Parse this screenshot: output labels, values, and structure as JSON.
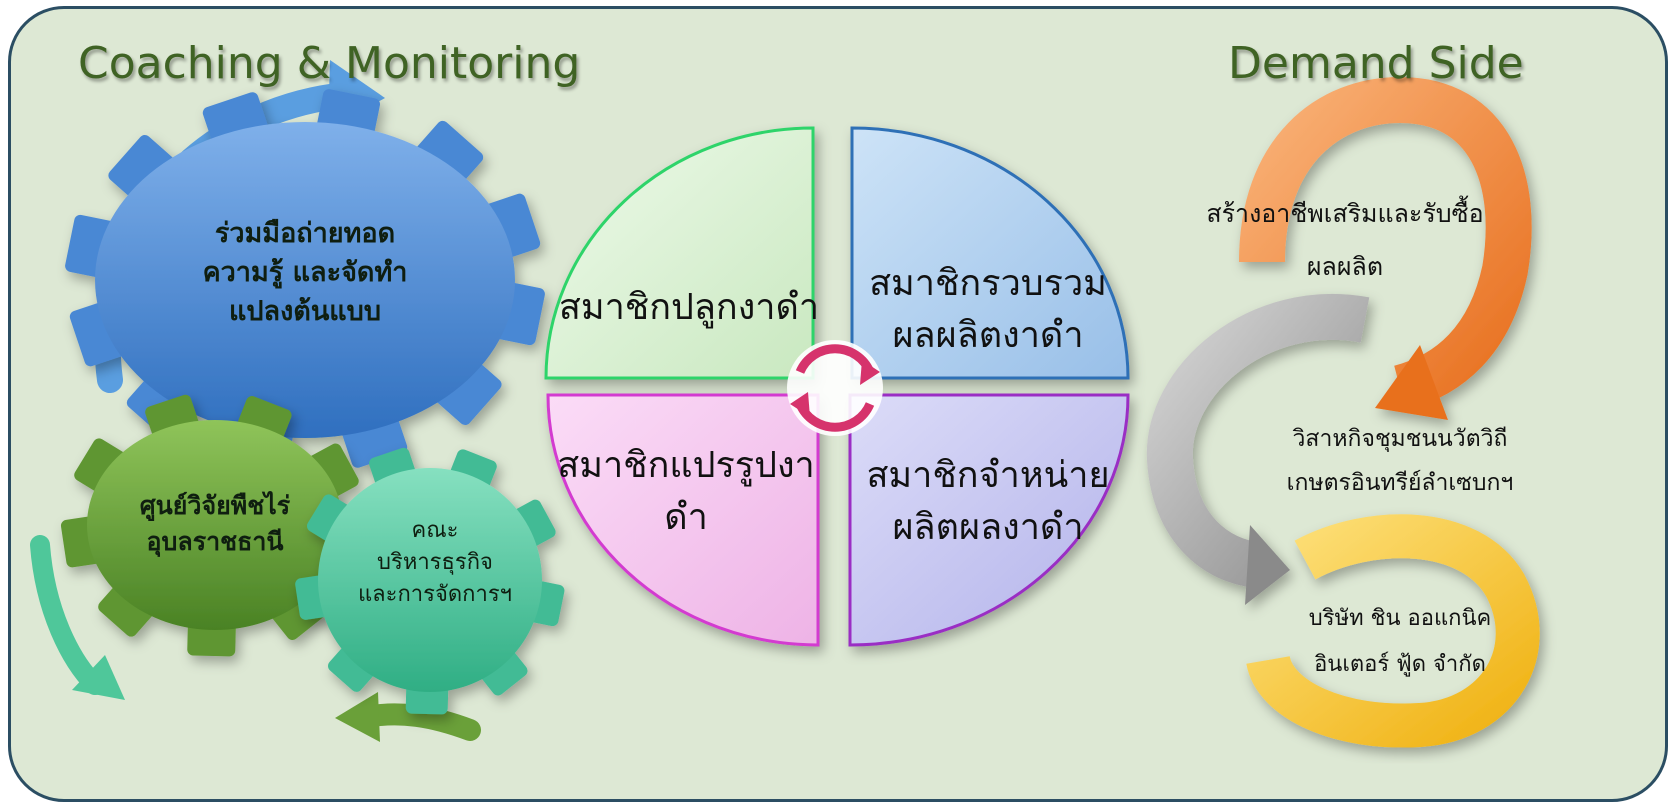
{
  "headers": {
    "left": "Coaching & Monitoring",
    "right": "Demand Side"
  },
  "quadrants": [
    {
      "id": "top-left",
      "lines": [
        "สมาชิกปลูกงาดำ"
      ]
    },
    {
      "id": "top-right",
      "lines": [
        "สมาชิกรวบรวม",
        "ผลผลิตงาดำ"
      ]
    },
    {
      "id": "bottom-left",
      "lines": [
        "สมาชิกแปรรูปงา",
        "ดำ"
      ]
    },
    {
      "id": "bottom-right",
      "lines": [
        "สมาชิกจำหน่าย",
        "ผลิตผลงาดำ"
      ]
    }
  ],
  "gears": [
    {
      "id": "blue",
      "lines": [
        "ร่วมมือถ่ายทอด",
        "ความรู้ และจัดทำ",
        "แปลงต้นแบบ"
      ]
    },
    {
      "id": "green",
      "lines": [
        "ศูนย์วิจัยพืชไร่",
        "อุบลราชธานี"
      ]
    },
    {
      "id": "teal",
      "lines": [
        "คณะ",
        "บริหารธุรกิจ",
        "และการจัดการฯ"
      ]
    }
  ],
  "demand": [
    {
      "id": "orange",
      "lines": [
        "สร้างอาชีพเสริมและรับซื้อ",
        "ผลผลิต"
      ]
    },
    {
      "id": "gray",
      "lines": [
        "วิสาหกิจชุมชนนวัตวิถี",
        "เกษตรอินทรีย์ลำเซบกฯ"
      ]
    },
    {
      "id": "yellow",
      "lines": [
        "บริษัท ชิน ออแกนิค",
        "อินเตอร์ ฟู้ด จำกัด"
      ]
    }
  ],
  "colors": {
    "panel_bg": "#dde8d4",
    "panel_border": "#2b4e63",
    "header_text": "#3f6324",
    "quad_green": "#d6f0cf",
    "quad_blue": "#a9cdee",
    "quad_pink": "#f6c6f0",
    "quad_lavender": "#c4c4f1",
    "gear_blue": "#4a88d4",
    "gear_green": "#6aa039",
    "gear_teal": "#4ec7a2",
    "arrow_orange": "#ef8a3a",
    "arrow_gray": "#9c9c9c",
    "arrow_yellow": "#f6c22a",
    "cycle_pink": "#d6336c"
  }
}
